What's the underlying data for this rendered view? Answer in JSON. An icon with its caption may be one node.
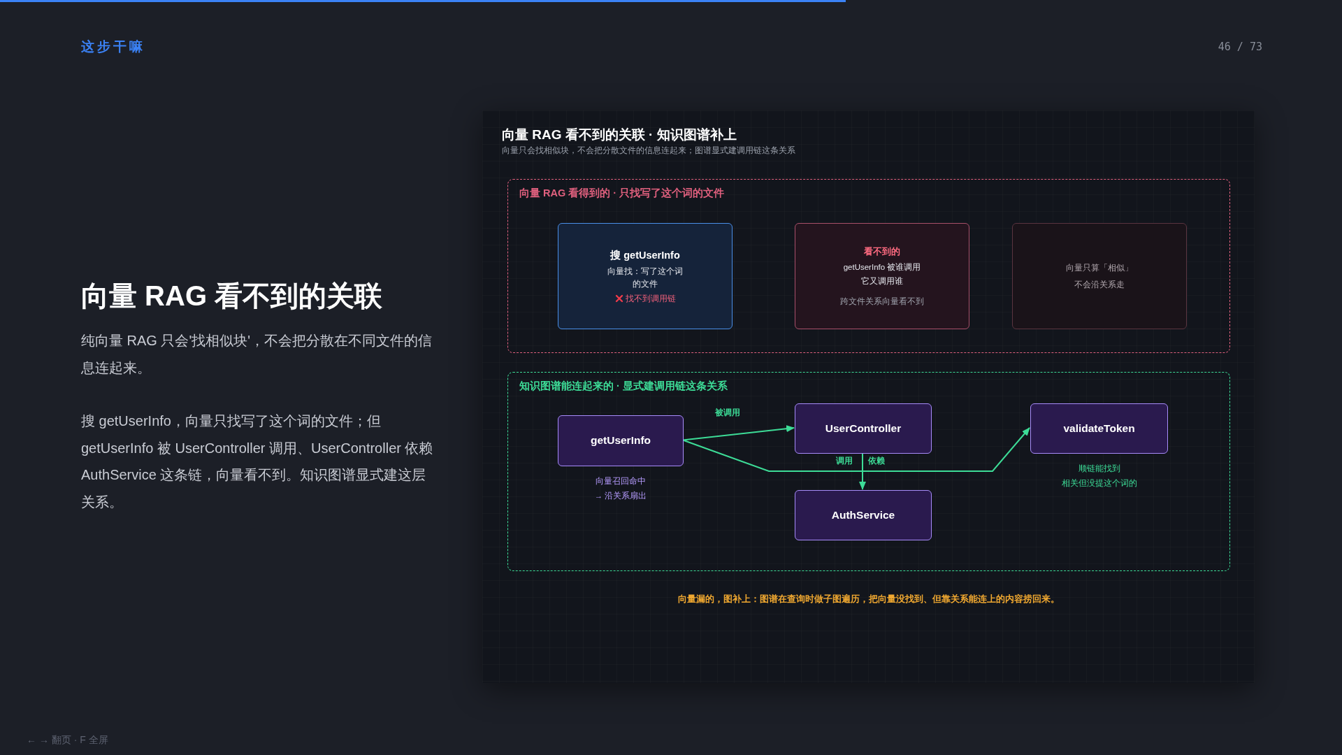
{
  "diagram": {
    "title": "向量 RAG 看不到的关联 · 知识图谱补上",
    "caption": "向量只会找相似块，不会把分散文件的信息连起来；图谱显式建调用链这条关系",
    "nodes": [
      {
        "text": [
          "向量 RAG 看得到的 · 只找写了这个词的文件"
        ]
      },
      {
        "text": [
          "搜 getUserInfo",
          "向量找：写了这个词的文件",
          "找不到调用链"
        ],
        "in": 0
      },
      {
        "text": [
          "看不到的",
          "getUserInfo 被谁调用",
          "它又调用谁",
          "跨文件关系向量看不到"
        ],
        "in": 0
      },
      {
        "text": [
          "向量只算「相似」",
          "不会沿关系走"
        ],
        "in": 0
      },
      {
        "text": [
          "知识图谱能连起来的 · 显式建调用链这条关系"
        ]
      },
      {
        "text": [
          "getUserInfo"
        ],
        "in": 4,
        "beside": [
          "向量召回命中",
          "→ 沿关系扇出"
        ]
      },
      {
        "text": [
          "UserController"
        ],
        "in": 4
      },
      {
        "text": [
          "validateToken"
        ],
        "in": 4,
        "beside": [
          "顺链能找到",
          "相关但没提这个词的"
        ]
      },
      {
        "text": [
          "AuthService"
        ],
        "in": 4
      }
    ],
    "edges": [
      {
        "from": 5,
        "to": 6,
        "arrow": "to",
        "label": "被调用"
      },
      {
        "from": 5,
        "to": 7,
        "arrow": "to"
      },
      {
        "from": 6,
        "to": 8,
        "arrow": "to",
        "label": "依赖"
      }
    ],
    "labels": [
      "这步干嘛",
      "46 / 73",
      "向量 RAG 看不到的关联",
      "纯向量 RAG 只会'找相似块'，不会把分散在不同文件的信息连起来。",
      "搜 getUserInfo，向量只找写了这个词的文件；但 getUserInfo 被 UserController 调用、UserController 依赖 AuthService 这条链，向量看不到。知识图谱显式建这层关系。",
      "调用",
      "向量漏的，图补上：图谱在查询时做子图遍历，把向量没找到、但靠关系能连上的内容捞回来。",
      "← → 翻页 · F 全屏"
    ]
  }
}
